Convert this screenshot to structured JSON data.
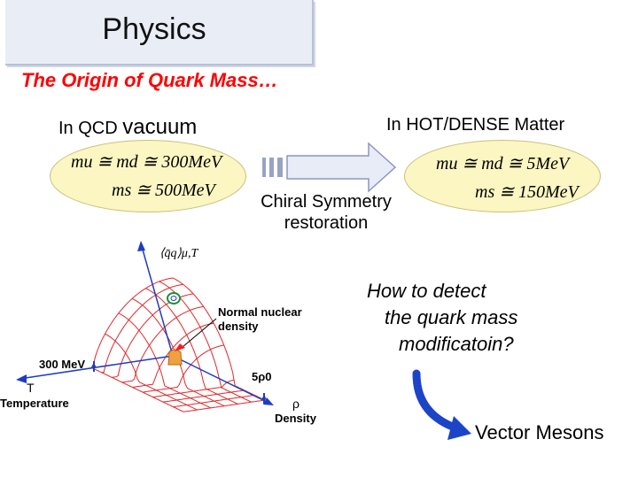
{
  "slide": {
    "title": "Physics",
    "subtitle": "The Origin of Quark Mass…",
    "vacuum": {
      "label_prefix": "In QCD ",
      "label_emph": "vacuum",
      "line1": "mu ≅ md ≅ 300MeV",
      "line2": "ms ≅ 500MeV"
    },
    "hot": {
      "label": "In HOT/DENSE Matter",
      "line1": "mu ≅ md ≅   5MeV",
      "line2": "ms ≅ 150MeV"
    },
    "chiral": {
      "line1": "Chiral Symmetry",
      "line2": "restoration"
    },
    "question": {
      "line1": "How to detect",
      "line2": "the quark mass",
      "line3": "modificatoin?"
    },
    "vector_mesons": "Vector Mesons",
    "plot": {
      "qq_label": "⟨q̄q⟩μ,T",
      "normal_density_line1": "Normal nuclear",
      "normal_density_line2": "density",
      "mev300": "300 MeV",
      "t_label": "T",
      "temperature_label": "Temperature",
      "rho5": "5ρ0",
      "rho_label": "ρ",
      "density_label": "Density"
    },
    "colors": {
      "subtitle": "#ff0000",
      "ellipse_fill": "#fbf6c2",
      "mesh": "#e0282a",
      "axis": "#1d3dbf",
      "arrow_fill": "#e8ecf7",
      "curved_arrow": "#1c44c8"
    }
  }
}
